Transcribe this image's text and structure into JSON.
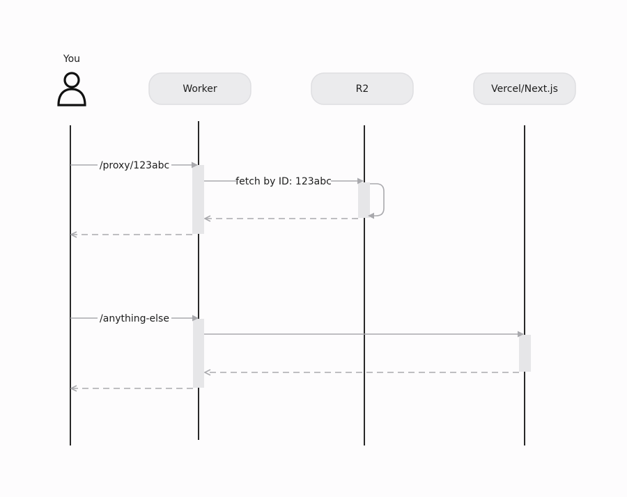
{
  "actor": {
    "label": "You",
    "icon": "user-icon"
  },
  "participants": [
    {
      "id": "worker",
      "label": "Worker"
    },
    {
      "id": "r2",
      "label": "R2"
    },
    {
      "id": "vercel",
      "label": "Vercel/Next.js"
    }
  ],
  "messages": {
    "proxy_request": "/proxy/123abc",
    "fetch_request": "fetch by ID: 123abc",
    "other_request": "/anything-else"
  },
  "colors": {
    "participant_fill": "#ebebed",
    "activation_fill": "#e6e6e8",
    "arrow": "#a9a9ad",
    "lifeline": "#111111",
    "text": "#1c1c1c"
  }
}
